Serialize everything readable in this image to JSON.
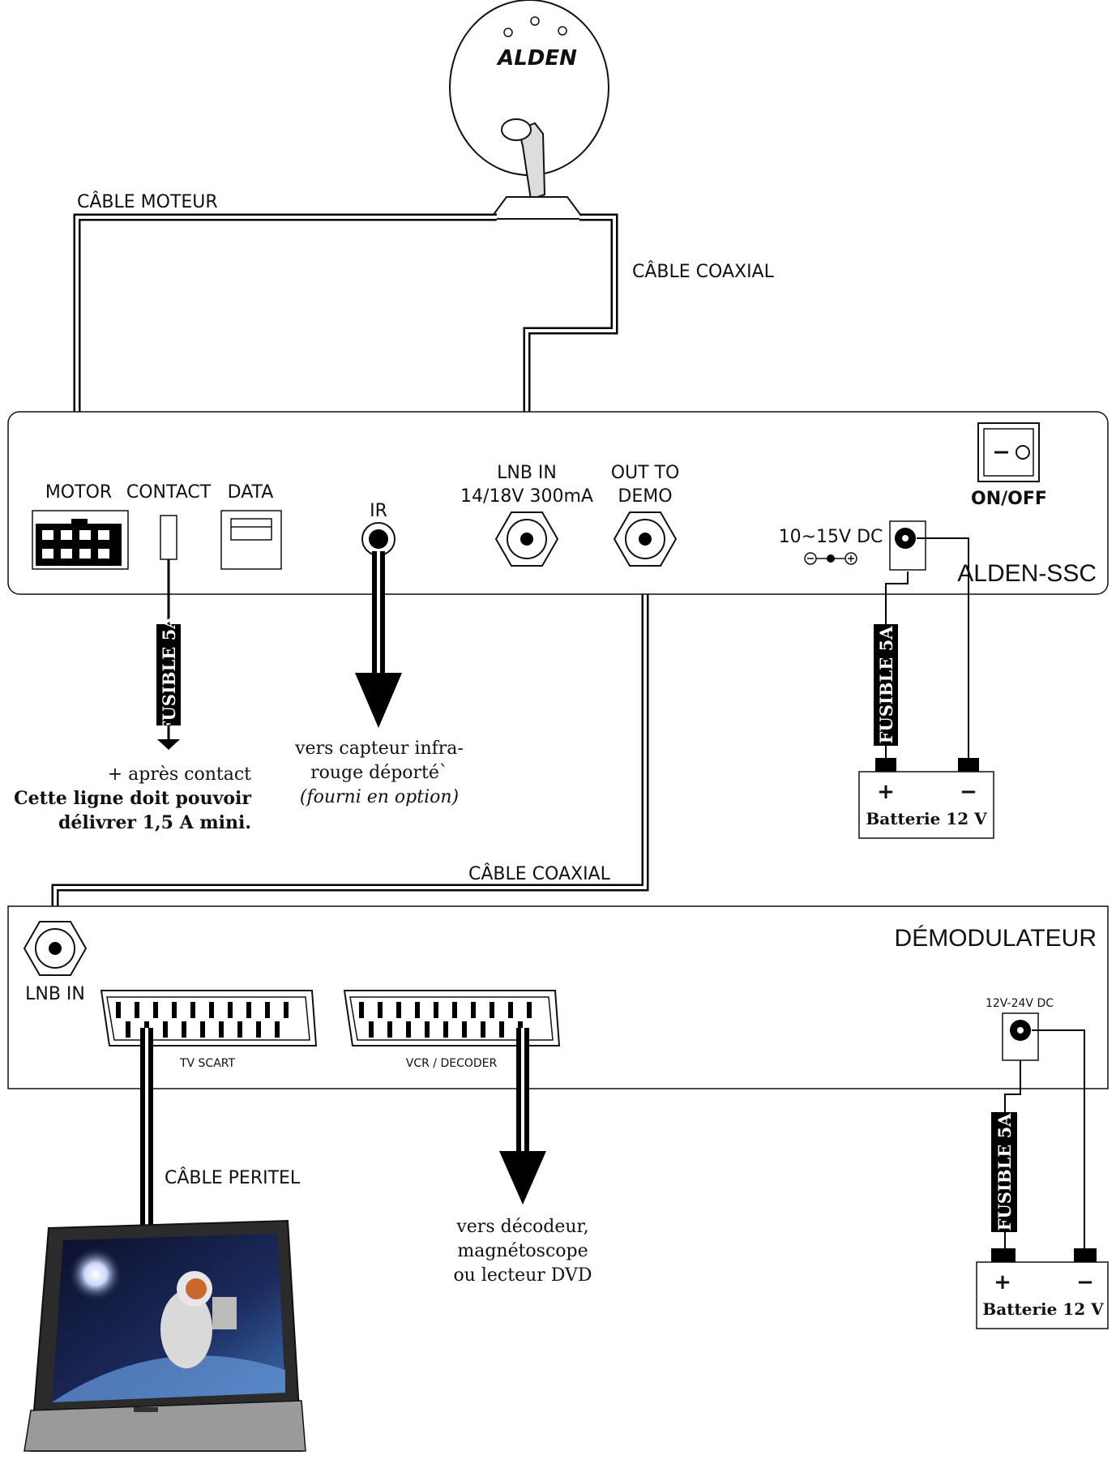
{
  "dish": {
    "brand": "ALDEN"
  },
  "cables": {
    "motor": "CÂBLE MOTEUR",
    "coax_top": "CÂBLE COAXIAL",
    "coax_mid": "CÂBLE COAXIAL",
    "peritel": "CÂBLE PERITEL"
  },
  "receiver": {
    "name": "ALDEN-SSC",
    "motor": "MOTOR",
    "contact": "CONTACT",
    "data": "DATA",
    "ir": "IR",
    "lnb_in_line1": "LNB IN",
    "lnb_in_line2": "14/18V  300mA",
    "out_line1": "OUT TO",
    "out_line2": "DEMO",
    "power": "10~15V DC",
    "switch": "ON/OFF"
  },
  "fuse_label": "FUSIBLE 5A",
  "contact_note": {
    "line1": "+ après contact",
    "line2": "Cette ligne doit pouvoir",
    "line3": "délivrer 1,5 A mini."
  },
  "ir_note": {
    "line1": "vers capteur infra-",
    "line2": "rouge déporté`",
    "line3": "(fourni en option)"
  },
  "battery": {
    "label": "Batterie 12 V",
    "plus": "+",
    "minus": "−"
  },
  "demodulator": {
    "name": "DÉMODULATEUR",
    "lnb_in": "LNB IN",
    "tv_scart": "TV SCART",
    "vcr": "VCR / DECODER",
    "power": "12V-24V DC"
  },
  "vcr_note": {
    "line1": "vers décodeur,",
    "line2": "magnétoscope",
    "line3": "ou lecteur DVD"
  }
}
